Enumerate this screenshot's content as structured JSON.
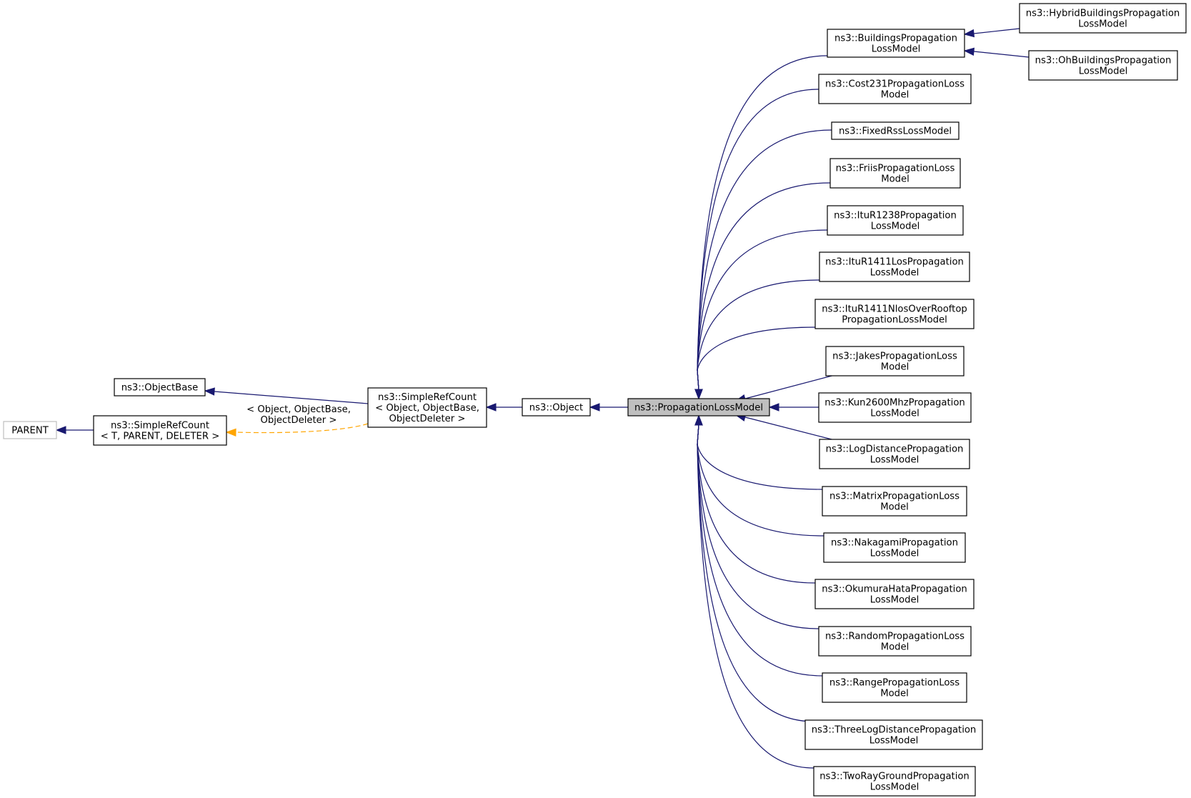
{
  "nodes": {
    "parent": [
      "PARENT"
    ],
    "simple_ref_count_t": [
      "ns3::SimpleRefCount",
      "< T, PARENT, DELETER >"
    ],
    "object_base": [
      "ns3::ObjectBase"
    ],
    "simple_ref_count": [
      "ns3::SimpleRefCount",
      "< Object, ObjectBase,",
      "ObjectDeleter >"
    ],
    "object": [
      "ns3::Object"
    ],
    "propagation_loss_model": [
      "ns3::PropagationLossModel"
    ],
    "buildings": [
      "ns3::BuildingsPropagation",
      "LossModel"
    ],
    "hybrid_buildings": [
      "ns3::HybridBuildingsPropagation",
      "LossModel"
    ],
    "oh_buildings": [
      "ns3::OhBuildingsPropagation",
      "LossModel"
    ],
    "cost231": [
      "ns3::Cost231PropagationLoss",
      "Model"
    ],
    "fixed_rss": [
      "ns3::FixedRssLossModel"
    ],
    "friis": [
      "ns3::FriisPropagationLoss",
      "Model"
    ],
    "itur1238": [
      "ns3::ItuR1238Propagation",
      "LossModel"
    ],
    "itur1411_los": [
      "ns3::ItuR1411LosPropagation",
      "LossModel"
    ],
    "itur1411_nlos": [
      "ns3::ItuR1411NlosOverRooftop",
      "PropagationLossModel"
    ],
    "jakes": [
      "ns3::JakesPropagationLoss",
      "Model"
    ],
    "kun2600": [
      "ns3::Kun2600MhzPropagation",
      "LossModel"
    ],
    "log_distance": [
      "ns3::LogDistancePropagation",
      "LossModel"
    ],
    "matrix": [
      "ns3::MatrixPropagationLoss",
      "Model"
    ],
    "nakagami": [
      "ns3::NakagamiPropagation",
      "LossModel"
    ],
    "okumura_hata": [
      "ns3::OkumuraHataPropagation",
      "LossModel"
    ],
    "random": [
      "ns3::RandomPropagationLoss",
      "Model"
    ],
    "range": [
      "ns3::RangePropagationLoss",
      "Model"
    ],
    "three_log_distance": [
      "ns3::ThreeLogDistancePropagation",
      "LossModel"
    ],
    "two_ray_ground": [
      "ns3::TwoRayGroundPropagation",
      "LossModel"
    ]
  },
  "edge_labels": {
    "template_args": [
      "< Object, ObjectBase,",
      "ObjectDeleter >"
    ]
  },
  "edges": [
    {
      "from": "simple_ref_count_t",
      "to": "parent",
      "kind": "inheritance"
    },
    {
      "from": "simple_ref_count",
      "to": "simple_ref_count_t",
      "kind": "template-instance"
    },
    {
      "from": "simple_ref_count",
      "to": "object_base",
      "kind": "inheritance"
    },
    {
      "from": "object",
      "to": "simple_ref_count",
      "kind": "inheritance"
    },
    {
      "from": "propagation_loss_model",
      "to": "object",
      "kind": "inheritance"
    },
    {
      "from": "buildings",
      "to": "propagation_loss_model",
      "kind": "inheritance"
    },
    {
      "from": "hybrid_buildings",
      "to": "buildings",
      "kind": "inheritance"
    },
    {
      "from": "oh_buildings",
      "to": "buildings",
      "kind": "inheritance"
    },
    {
      "from": "cost231",
      "to": "propagation_loss_model",
      "kind": "inheritance"
    },
    {
      "from": "fixed_rss",
      "to": "propagation_loss_model",
      "kind": "inheritance"
    },
    {
      "from": "friis",
      "to": "propagation_loss_model",
      "kind": "inheritance"
    },
    {
      "from": "itur1238",
      "to": "propagation_loss_model",
      "kind": "inheritance"
    },
    {
      "from": "itur1411_los",
      "to": "propagation_loss_model",
      "kind": "inheritance"
    },
    {
      "from": "itur1411_nlos",
      "to": "propagation_loss_model",
      "kind": "inheritance"
    },
    {
      "from": "jakes",
      "to": "propagation_loss_model",
      "kind": "inheritance"
    },
    {
      "from": "kun2600",
      "to": "propagation_loss_model",
      "kind": "inheritance"
    },
    {
      "from": "log_distance",
      "to": "propagation_loss_model",
      "kind": "inheritance"
    },
    {
      "from": "matrix",
      "to": "propagation_loss_model",
      "kind": "inheritance"
    },
    {
      "from": "nakagami",
      "to": "propagation_loss_model",
      "kind": "inheritance"
    },
    {
      "from": "okumura_hata",
      "to": "propagation_loss_model",
      "kind": "inheritance"
    },
    {
      "from": "random",
      "to": "propagation_loss_model",
      "kind": "inheritance"
    },
    {
      "from": "range",
      "to": "propagation_loss_model",
      "kind": "inheritance"
    },
    {
      "from": "three_log_distance",
      "to": "propagation_loss_model",
      "kind": "inheritance"
    },
    {
      "from": "two_ray_ground",
      "to": "propagation_loss_model",
      "kind": "inheritance"
    }
  ],
  "colors": {
    "edge": "#191970",
    "template_edge": "#ffa500",
    "focus_fill": "#bfbfbf",
    "external_border": "#bfbfbf",
    "box_border": "#000000"
  }
}
